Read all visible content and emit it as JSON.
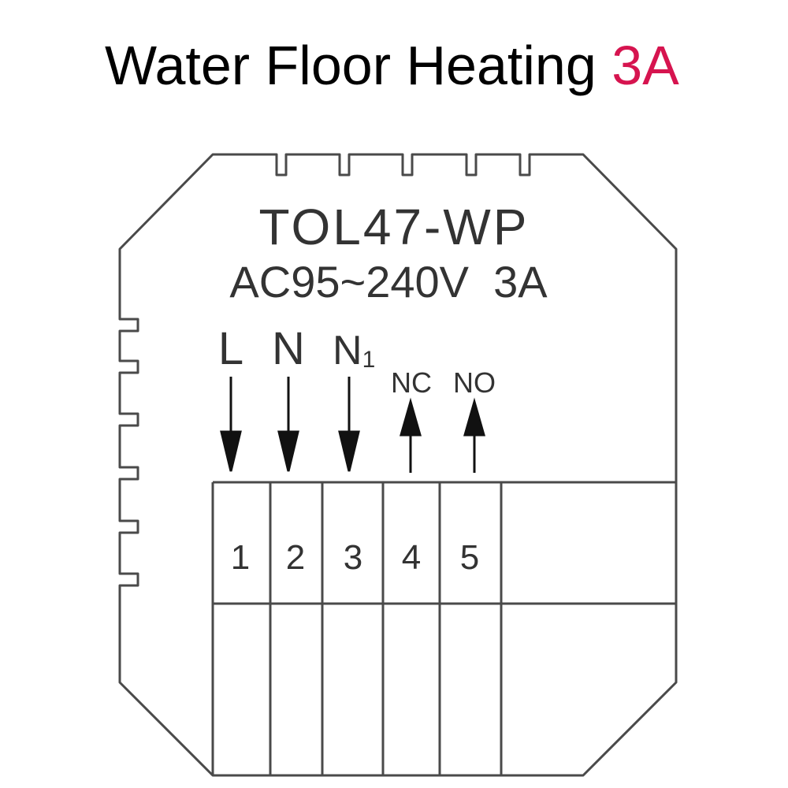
{
  "heading": {
    "title": "Water Floor Heating",
    "rating": "3A"
  },
  "colors": {
    "accent": "#d6144f",
    "outline": "#4a4a4a",
    "text": "#333333"
  },
  "device": {
    "model": "TOL47-WP",
    "specs": "AC95~240V  3A",
    "terminals": [
      {
        "number": "1",
        "label": "L",
        "direction": "in"
      },
      {
        "number": "2",
        "label": "N",
        "direction": "in"
      },
      {
        "number": "3",
        "label": "N1",
        "direction": "in"
      },
      {
        "number": "4",
        "label": "NC",
        "direction": "out"
      },
      {
        "number": "5",
        "label": "NO",
        "direction": "out"
      }
    ]
  }
}
